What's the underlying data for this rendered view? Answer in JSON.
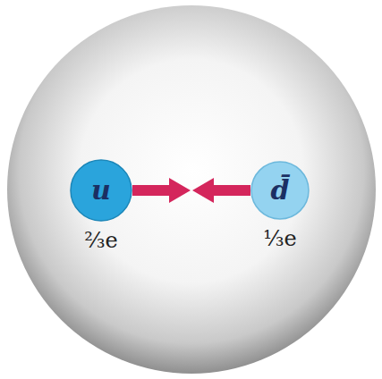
{
  "diagram": {
    "nodes": [
      {
        "text": [
          "u",
          "⅔e"
        ]
      },
      {
        "text": [
          "d̄",
          "⅓e"
        ]
      }
    ],
    "edges": [
      {
        "from": 0,
        "to": 1,
        "arrow": "none"
      }
    ]
  }
}
